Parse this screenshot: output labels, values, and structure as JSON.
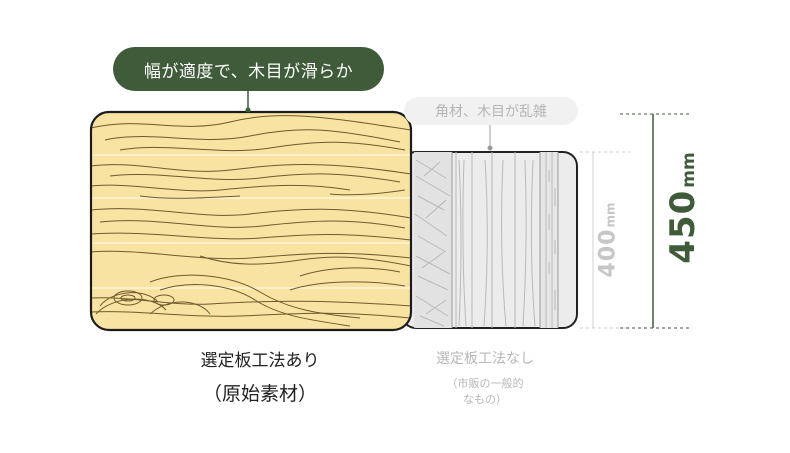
{
  "callout_main": "幅が適度で、木目が滑らか",
  "callout_sub": "角材、木目が乱雑",
  "dimension_large": {
    "value": "450",
    "unit": "mm"
  },
  "dimension_small": {
    "value": "400",
    "unit": "mm"
  },
  "label_main": {
    "line1": "選定板工法あり",
    "line2": "（原始素材）"
  },
  "label_sub": {
    "line1": "選定板工法なし",
    "note1": "（市販の一般的",
    "note2": "なもの）"
  },
  "colors": {
    "brand_green": "#3f5b3a",
    "wood_light": "#f8e3a3",
    "grain": "#6f5a2e",
    "gray_wood": "#ececec",
    "gray_grain": "#b9b9b9"
  }
}
